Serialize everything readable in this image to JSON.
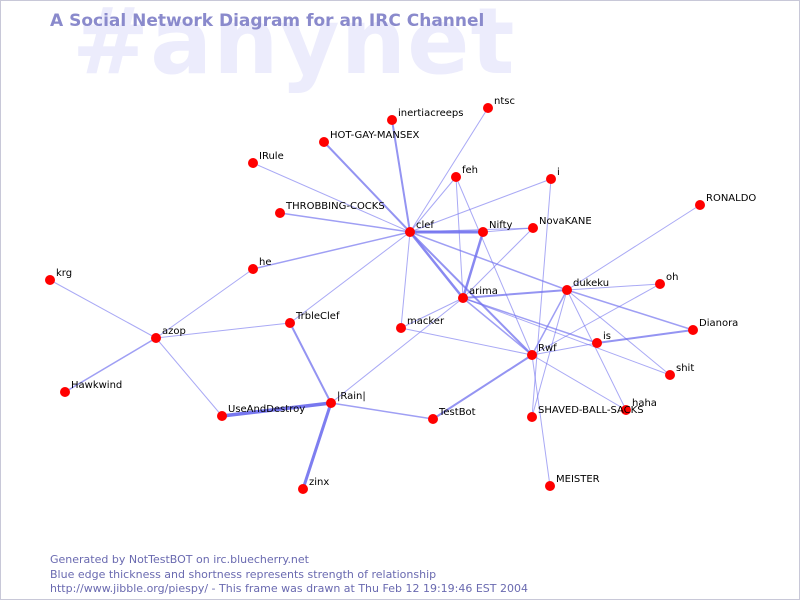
{
  "watermark": "#anynet",
  "title": "A Social Network Diagram for an IRC Channel",
  "footer": {
    "line1": "Generated by NotTestBOT on irc.bluecherry.net",
    "line2": "Blue edge thickness and shortness represents strength of relationship",
    "line3": "http://www.jibble.org/piespy/ - This frame was drawn at Thu Feb 12 19:19:46 EST 2004"
  },
  "colors": {
    "node": "#ff0000",
    "edge": "#7070ee",
    "title": "#8a8acc",
    "watermark": "#ececfc",
    "footer": "#6a6ab0"
  },
  "nodes": [
    "ntsc",
    "inertiacreeps",
    "HOT-GAY-MANSEX",
    "IRule",
    "feh",
    "i",
    "RONALDO",
    "THROBBING-COCKS",
    "clef",
    "Nifty",
    "NovaKANE",
    "krg",
    "he",
    "dukeku",
    "oh",
    "arima",
    "azop",
    "TrbleClef",
    "macker",
    "Dianora",
    "is",
    "Rwf",
    "shit",
    "Hawkwind",
    "haha",
    "|Rain|",
    "UseAndDestroy",
    "SHAVED-BALL-SACKS",
    "TestBot",
    "MEISTER",
    "zinx"
  ],
  "edges": [
    [
      "clef",
      "ntsc",
      1
    ],
    [
      "clef",
      "inertiacreeps",
      2
    ],
    [
      "clef",
      "HOT-GAY-MANSEX",
      2
    ],
    [
      "clef",
      "IRule",
      1
    ],
    [
      "clef",
      "feh",
      1
    ],
    [
      "clef",
      "i",
      1
    ],
    [
      "clef",
      "THROBBING-COCKS",
      1.5
    ],
    [
      "clef",
      "Nifty",
      3
    ],
    [
      "clef",
      "NovaKANE",
      1
    ],
    [
      "clef",
      "he",
      1.5
    ],
    [
      "clef",
      "arima",
      2.5
    ],
    [
      "clef",
      "Rwf",
      2
    ],
    [
      "clef",
      "macker",
      1
    ],
    [
      "clef",
      "TrbleClef",
      1
    ],
    [
      "clef",
      "dukeku",
      1.5
    ],
    [
      "feh",
      "arima",
      1
    ],
    [
      "feh",
      "Rwf",
      1
    ],
    [
      "Nifty",
      "arima",
      2.5
    ],
    [
      "Nifty",
      "NovaKANE",
      1
    ],
    [
      "i",
      "SHAVED-BALL-SACKS",
      1
    ],
    [
      "RONALDO",
      "dukeku",
      1
    ],
    [
      "NovaKANE",
      "arima",
      1
    ],
    [
      "arima",
      "dukeku",
      2
    ],
    [
      "arima",
      "Rwf",
      1.5
    ],
    [
      "arima",
      "is",
      1.5
    ],
    [
      "arima",
      "shit",
      1
    ],
    [
      "arima",
      "|Rain|",
      1
    ],
    [
      "arima",
      "macker",
      1
    ],
    [
      "dukeku",
      "oh",
      1
    ],
    [
      "dukeku",
      "Dianora",
      1.5
    ],
    [
      "dukeku",
      "Rwf",
      1.5
    ],
    [
      "dukeku",
      "SHAVED-BALL-SACKS",
      1
    ],
    [
      "dukeku",
      "haha",
      1
    ],
    [
      "dukeku",
      "shit",
      1
    ],
    [
      "Rwf",
      "macker",
      1
    ],
    [
      "Rwf",
      "is",
      1
    ],
    [
      "Rwf",
      "oh",
      1
    ],
    [
      "Rwf",
      "TestBot",
      2
    ],
    [
      "Rwf",
      "haha",
      1
    ],
    [
      "Rwf",
      "MEISTER",
      1
    ],
    [
      "is",
      "Dianora",
      2
    ],
    [
      "krg",
      "azop",
      1
    ],
    [
      "azop",
      "he",
      1
    ],
    [
      "azop",
      "TrbleClef",
      1
    ],
    [
      "azop",
      "Hawkwind",
      1.5
    ],
    [
      "azop",
      "UseAndDestroy",
      1
    ],
    [
      "TrbleClef",
      "|Rain|",
      2
    ],
    [
      "|Rain|",
      "UseAndDestroy",
      3.5
    ],
    [
      "|Rain|",
      "TestBot",
      1.5
    ],
    [
      "|Rain|",
      "zinx",
      3
    ]
  ]
}
